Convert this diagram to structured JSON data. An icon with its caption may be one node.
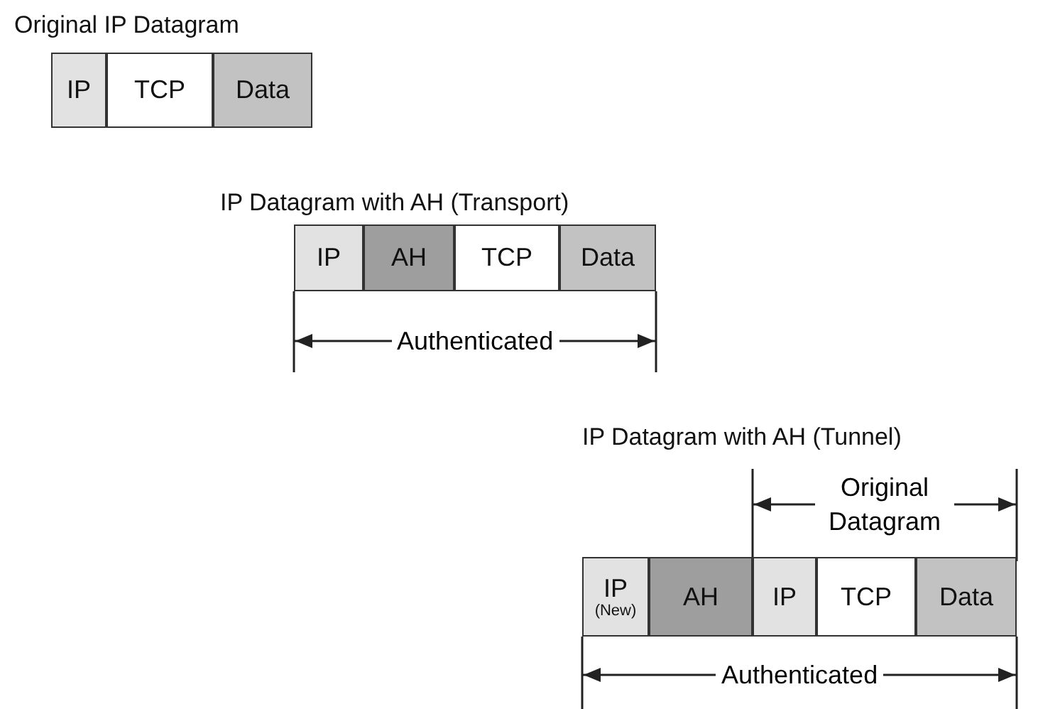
{
  "diagram": {
    "nodes": [
      {
        "text": [
          "IP"
        ]
      },
      {
        "text": [
          "TCP"
        ]
      },
      {
        "text": [
          "Data"
        ]
      },
      {
        "text": [
          "IP"
        ]
      },
      {
        "text": [
          "AH"
        ]
      },
      {
        "text": [
          "TCP"
        ]
      },
      {
        "text": [
          "Data"
        ]
      },
      {
        "text": [
          "IP",
          "(New)"
        ]
      },
      {
        "text": [
          "AH"
        ]
      },
      {
        "text": [
          "IP"
        ]
      },
      {
        "text": [
          "TCP"
        ]
      },
      {
        "text": [
          "Data"
        ]
      }
    ],
    "edges": [],
    "labels": [
      "Original IP Datagram",
      "IP Datagram with AH (Transport)",
      "Authenticated",
      "IP Datagram with AH (Tunnel)",
      "Original Datagram",
      "Authenticated"
    ]
  }
}
